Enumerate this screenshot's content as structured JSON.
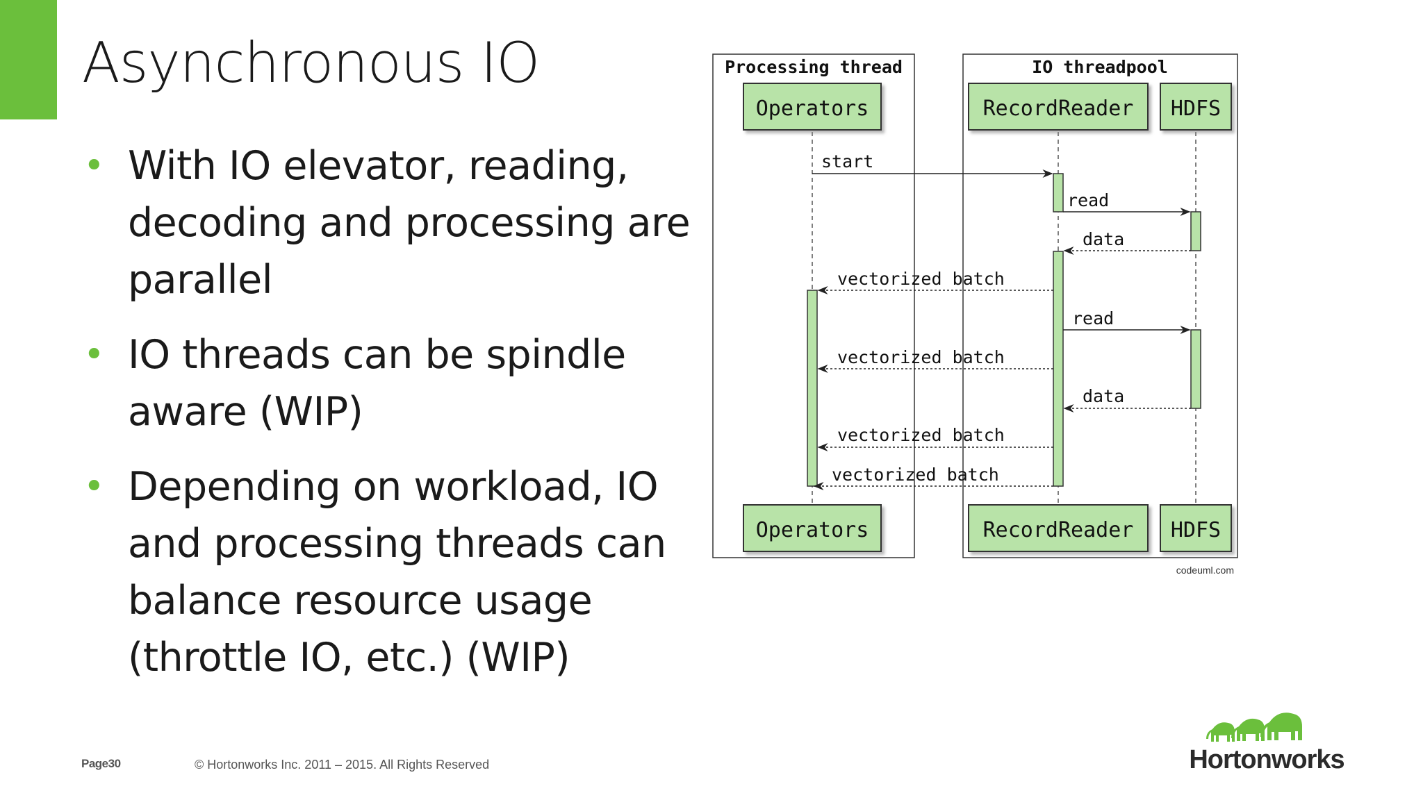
{
  "slide": {
    "title": "Asynchronous IO",
    "bullets": [
      "With IO elevator, reading, decoding and processing are parallel",
      "IO threads can be spindle aware (WIP)",
      "Depending on workload, IO and processing threads can balance resource usage (throttle IO, etc.) (WIP)"
    ],
    "bullet_glyph": "•",
    "accent_color": "#6bbf3c"
  },
  "diagram": {
    "groups": {
      "processing_thread": "Processing thread",
      "io_threadpool": "IO threadpool"
    },
    "participants": {
      "operators": "Operators",
      "recordreader": "RecordReader",
      "hdfs": "HDFS"
    },
    "messages": [
      "start",
      "read",
      "data",
      "vectorized batch",
      "read",
      "vectorized batch",
      "data",
      "vectorized batch",
      "vectorized batch"
    ],
    "credit": "codeuml.com",
    "box_fill": "#b8e3a8",
    "activation_fill": "#b8e3a8"
  },
  "footer": {
    "page": "Page30",
    "copyright": "© Hortonworks Inc. 2011 – 2015. All Rights Reserved"
  },
  "logo": {
    "text": "Hortonworks",
    "icon": "elephants-logo-icon"
  }
}
